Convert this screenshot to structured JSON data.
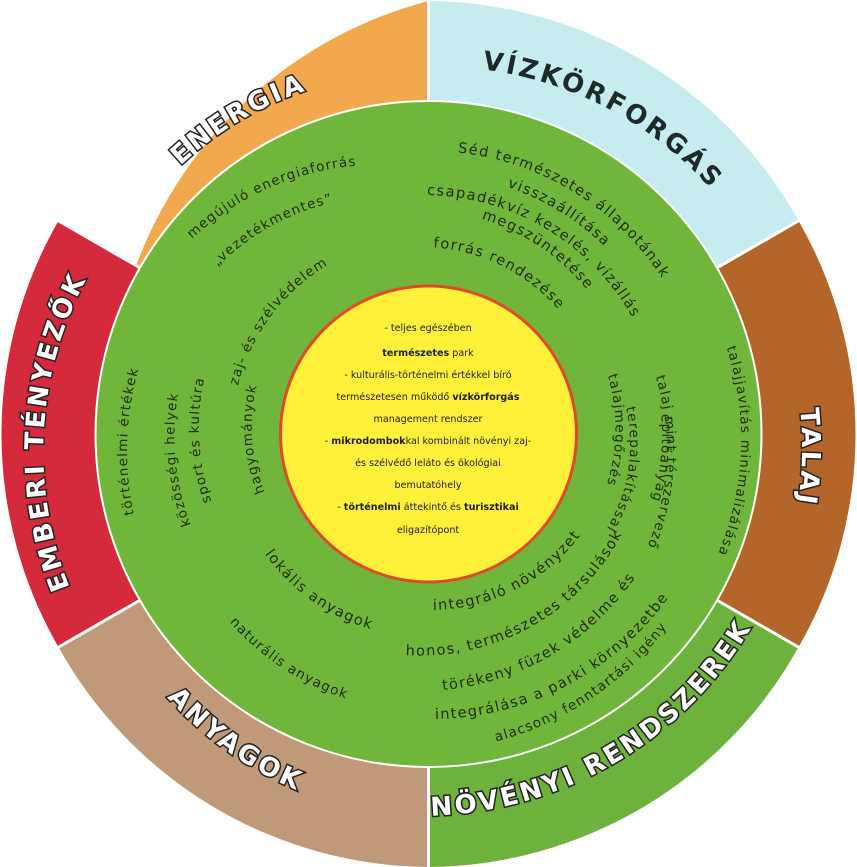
{
  "segments": {
    "energia": {
      "label": "ENERGIA",
      "color": "#f2a94e"
    },
    "vizkorforgas": {
      "label": "VÍZKÖRFORGÁS",
      "color": "#c7ecf0"
    },
    "talaj": {
      "label": "TALAJ",
      "color": "#b4662a"
    },
    "novenyi": {
      "label": "NÖVÉNYI RENDSZEREK",
      "color": "#6db23d"
    },
    "anyagok": {
      "label": "ANYAGOK",
      "color": "#c09a78"
    },
    "emberi": {
      "label": "EMBERI TÉNYEZŐK",
      "color": "#d42a3c"
    }
  },
  "colors": {
    "green_ring": "#6fb63b",
    "center_fill": "#fff03a",
    "center_border": "#e04a2a"
  },
  "ring_items": {
    "energia_1": "megújuló energiaforrás",
    "energia_2": "„vezetékmentes”",
    "energia_3": "zaj- és szélvédelem",
    "viz_1a": "Séd természetes állapotának",
    "viz_1b": "visszaállítása",
    "viz_2a": "csapadékvíz kezelés, vízállás",
    "viz_2b": "megszüntetése",
    "viz_3": "forrás rendezése",
    "talaj_1": "talajjavítás minimalizálása",
    "talaj_2a": "talaj mint térszervező",
    "talaj_2b": "építőanyag",
    "talaj_3a": "talajmegőrzés",
    "talaj_3b": "terepalakítással",
    "noveny_1": "alacsony fenntartási igény",
    "noveny_2a": "törékeny füzek védelme és",
    "noveny_2b": "integrálása a parki környezetbe",
    "noveny_3": "honos, természetes társulások",
    "noveny_4": "integráló növényzet",
    "anyag_1": "naturális anyagok",
    "anyag_2": "lokális anyagok",
    "emberi_1": "történelmi értékek",
    "emberi_2a": "közösségi helyek:",
    "emberi_2b": "sport és kultúra",
    "emberi_3": "hagyományok"
  },
  "center": {
    "l1": "- teljes egészében",
    "l2a": "természetes",
    "l2b": " park",
    "l3": "- kulturális-történelmi értékkel bíró",
    "l4a": "természetesen működő ",
    "l4b": "vízkörforgás",
    "l5": "management rendszer",
    "l6a": "- ",
    "l6b": "mikrodombok",
    "l6c": "kal kombinált növényi zaj-",
    "l7": "és szélvédő leláto és ökológiai",
    "l8": "bemutatóhely",
    "l9a": "- ",
    "l9b": "történelmi",
    "l9c": " áttekintő és ",
    "l9d": "turisztikai",
    "l10": "eligazítópont"
  }
}
